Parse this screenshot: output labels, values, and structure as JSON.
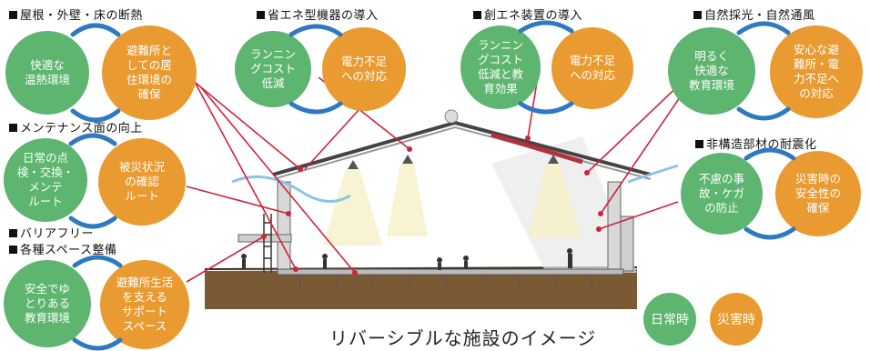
{
  "caption": "リバーシブルな施設のイメージ",
  "legend": {
    "normal": "日常時",
    "disaster": "災害時"
  },
  "colors": {
    "normal": "#5db56f",
    "disaster": "#e99a31",
    "arrow": "#2f78c2",
    "pointer": "#d0233a"
  },
  "groups": [
    {
      "title": "屋根・外壁・床の断熱",
      "normal": "快適な\n温熱環境",
      "disaster": "避難所と\nしての居\n住環境の\n確保"
    },
    {
      "title": "省エネ型機器の導入",
      "normal": "ランニン\nグコスト\n低減",
      "disaster": "電力不足\nへの対応"
    },
    {
      "title": "創エネ装置の導入",
      "normal": "ランニン\nグコスト\n低減と教\n育効果",
      "disaster": "電力不足\nへの対応"
    },
    {
      "title": "自然採光・自然通風",
      "normal": "明るく\n快適な\n教育環境",
      "disaster": "安心な避\n難所・電\n力不足へ\nの対応"
    },
    {
      "title": "メンテナンス面の向上",
      "normal": "日常の点\n検・交換・\nメンテ\nルート",
      "disaster": "被災状況\nの確認\nルート"
    },
    {
      "title": "非構造部材の耐震化",
      "normal": "不慮の事\n故・ケガ\nの防止",
      "disaster": "災害時の\n安全性の\n確保"
    },
    {
      "title": "バリアフリー",
      "title2": "各種スペース整備",
      "normal": "安全でゆ\nとりある\n教育環境",
      "disaster": "避難所生活\nを支える\nサポート\nスペース"
    }
  ]
}
